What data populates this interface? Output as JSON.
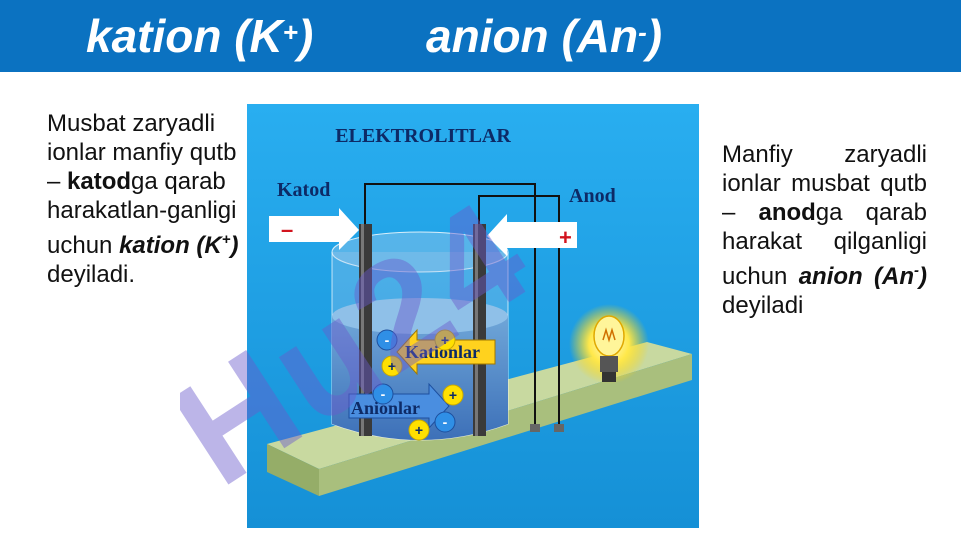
{
  "header": {
    "title_left": "kation (K",
    "title_left_sup": "+",
    "title_left_close": ")",
    "title_right": "anion (An",
    "title_right_sup": "-",
    "title_right_close": ")"
  },
  "left_text": {
    "line1": "Musbat zaryadli ionlar manfiy qutb – ",
    "bold_word": "katod",
    "line2": "ga qarab harakatlan-ganligi uchun ",
    "term": "kation (K",
    "term_sup": "+",
    "term_close": ")",
    "line3": " deyiladi."
  },
  "right_text": {
    "line1": "Manfiy zaryadli ionlar musbat qutb – ",
    "bold_word": "anod",
    "line2": "ga qarab harakat qilganligi uchun ",
    "term": "anion (An",
    "term_sup": "-",
    "term_close": ")",
    "line3": " deyiladi"
  },
  "diagram": {
    "title": "ELEKTROLITLAR",
    "katod_label": "Katod",
    "anod_label": "Anod",
    "minus_sign": "–",
    "plus_sign": "+",
    "kationlar_label": "Kationlar",
    "anionlar_label": "Anionlar",
    "ion_plus": "+",
    "ion_minus": "-"
  },
  "colors": {
    "header": "#0b72c1",
    "diagram_bg": "#1f9fe0",
    "watermark": "#6a5acd"
  }
}
